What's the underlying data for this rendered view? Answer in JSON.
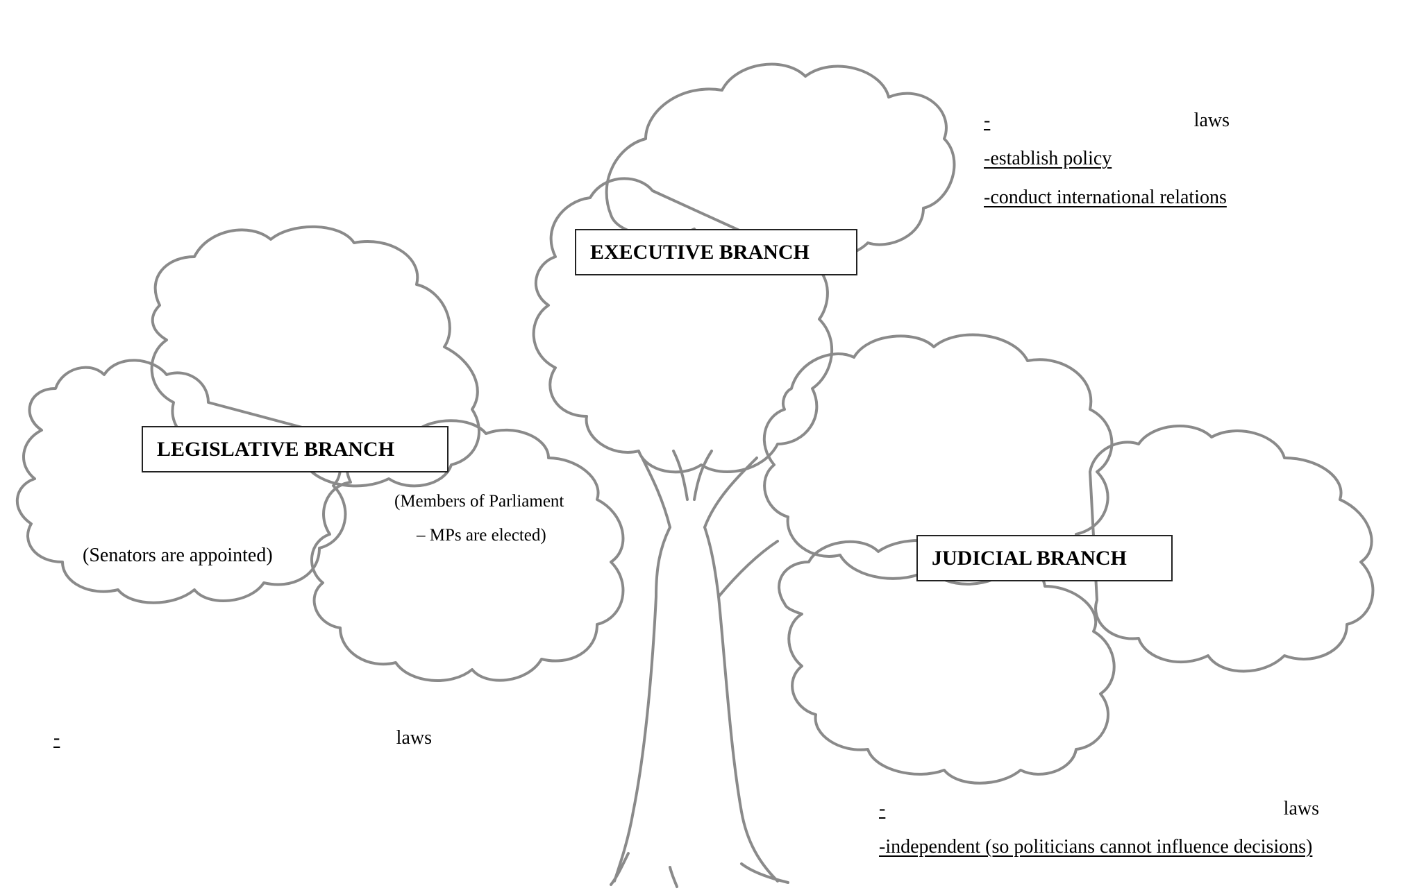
{
  "branches": {
    "executive": {
      "title": "EXECUTIVE BRANCH"
    },
    "legislative": {
      "title": "LEGISLATIVE BRANCH",
      "senate_note": "(Senators are appointed)",
      "mp_note_line1": "(Members of Parliament",
      "mp_note_line2": "– MPs are elected)"
    },
    "judicial": {
      "title": "JUDICIAL BRANCH"
    }
  },
  "executive_duties": {
    "line1_dash": "-",
    "line1_end": "laws",
    "line2": "-establish policy",
    "line3": "-conduct international relations"
  },
  "legislative_duties": {
    "line1_dash": "-",
    "line1_end": "laws"
  },
  "judicial_duties": {
    "line1_dash": "-",
    "line1_end": "laws",
    "line2": "-independent (so politicians cannot influence decisions)"
  }
}
